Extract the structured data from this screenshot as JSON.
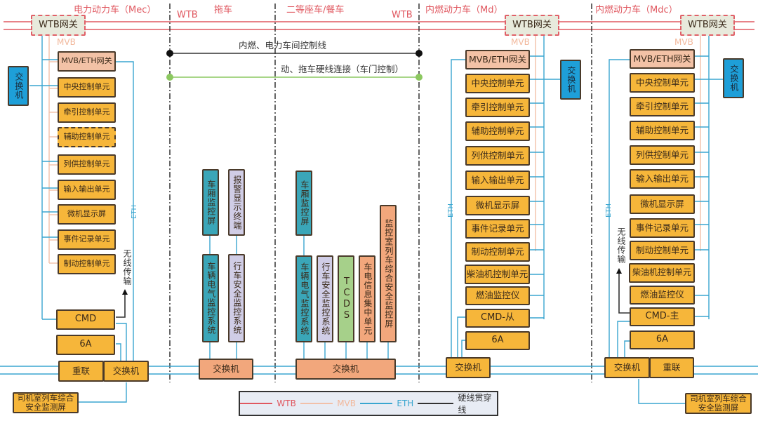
{
  "sections": {
    "mec": "电力动力车（Mec）",
    "trailer": "拖车",
    "second_class": "二等座车/餐车",
    "md": "内燃动力车（Md）",
    "mdc": "内燃动力车（Mdc）"
  },
  "bus_labels": {
    "wtb_left": "WTB",
    "wtb_right": "WTB",
    "mvb": "MVB",
    "eth": "ETH",
    "wireless": "无线传输"
  },
  "lines": {
    "control_line": "内燃、电力车间控制线",
    "hardwire": "动、拖车硬线连接（车门控制）"
  },
  "mec": {
    "gateway": "WTB网关",
    "switch_side": "交换机",
    "units": [
      "MVB/ETH网关",
      "中央控制单元",
      "牵引控制单元",
      "辅助控制单元",
      "列供控制单元",
      "输入输出单元",
      "微机显示屏",
      "事件记录单元",
      "制动控制单元"
    ],
    "cmd": "CMD",
    "a6": "6A",
    "coupling": "重联",
    "switch": "交换机",
    "driver_screen": "司机室列车综合安全监测屏"
  },
  "trailer": {
    "cabin_screen": "车厢监控屏",
    "alarm": "报警显示终端",
    "elec_monitor": "车辆电气监控系统",
    "safety": "行车安全监控系统",
    "switch": "交换机"
  },
  "second": {
    "cabin_screen": "车厢监控屏",
    "elec_monitor": "车辆电气监控系统",
    "safety": "行车安全监控系统",
    "tcds": "TCDS",
    "info": "车电信息集中单元",
    "room_screen": "监控室列车综合安全监控屏",
    "switch": "交换机"
  },
  "md": {
    "gateway": "WTB网关",
    "switch_side": "交换机",
    "units": [
      "MVB/ETH网关",
      "中央控制单元",
      "牵引控制单元",
      "辅助控制单元",
      "列供控制单元",
      "输入输出单元",
      "微机显示屏",
      "事件记录单元",
      "制动控制单元",
      "柴油机控制单元",
      "燃油监控仪"
    ],
    "cmd": "CMD-从",
    "a6": "6A",
    "switch": "交换机"
  },
  "mdc": {
    "gateway": "WTB网关",
    "switch_side": "交换机",
    "units": [
      "MVB/ETH网关",
      "中央控制单元",
      "牵引控制单元",
      "辅助控制单元",
      "列供控制单元",
      "输入输出单元",
      "微机显示屏",
      "事件记录单元",
      "制动控制单元",
      "柴油机控制单元",
      "燃油监控仪"
    ],
    "cmd": "CMD-主",
    "a6": "6A",
    "switch": "交换机",
    "coupling": "重联",
    "driver_screen": "司机室列车综合安全监测屏"
  },
  "legend": {
    "wtb": "WTB",
    "mvb": "MVB",
    "eth": "ETH",
    "hard": "硬线贯穿线"
  },
  "colors": {
    "wtb": "#e05860",
    "mvb": "#f2c0a8",
    "eth": "#3aa6d0",
    "hard": "#333333",
    "green": "#8cc860"
  }
}
